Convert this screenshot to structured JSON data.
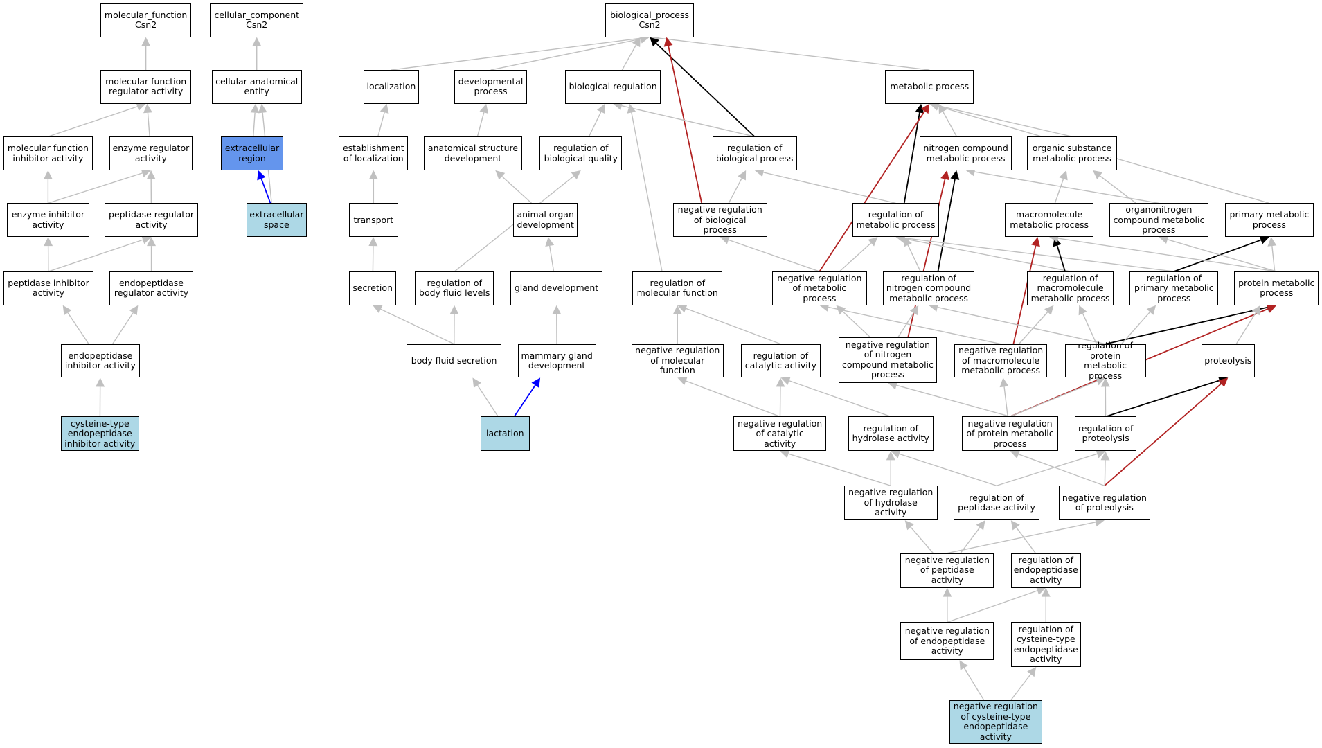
{
  "colors": {
    "default_fill": "#ffffff",
    "annotated_fill": "#add8e6",
    "cellular_fill": "#6495ed",
    "edge_is_a": "#c0c0c0",
    "edge_positive": "#000000",
    "edge_negative": "#b22222",
    "edge_part_of": "#0000ff"
  },
  "nodes": [
    {
      "id": "mf_root",
      "label": "molecular_function\nCsn2",
      "fill": "default"
    },
    {
      "id": "cc_root",
      "label": "cellular_component\nCsn2",
      "fill": "default"
    },
    {
      "id": "bp_root",
      "label": "biological_process\nCsn2",
      "fill": "default"
    },
    {
      "id": "mf_reg",
      "label": "molecular function\nregulator activity",
      "fill": "default"
    },
    {
      "id": "cae",
      "label": "cellular anatomical\nentity",
      "fill": "default"
    },
    {
      "id": "localization",
      "label": "localization",
      "fill": "default"
    },
    {
      "id": "dev_process",
      "label": "developmental\nprocess",
      "fill": "default"
    },
    {
      "id": "bio_reg",
      "label": "biological regulation",
      "fill": "default"
    },
    {
      "id": "metabolic",
      "label": "metabolic process",
      "fill": "default"
    },
    {
      "id": "mf_inhib",
      "label": "molecular function\ninhibitor activity",
      "fill": "default"
    },
    {
      "id": "enz_reg",
      "label": "enzyme regulator\nactivity",
      "fill": "default"
    },
    {
      "id": "ext_region",
      "label": "extracellular\nregion",
      "fill": "cellular"
    },
    {
      "id": "est_loc",
      "label": "establishment\nof localization",
      "fill": "default"
    },
    {
      "id": "anat_dev",
      "label": "anatomical structure\ndevelopment",
      "fill": "default"
    },
    {
      "id": "reg_bio_qual",
      "label": "regulation of\nbiological quality",
      "fill": "default"
    },
    {
      "id": "reg_bio_proc",
      "label": "regulation of\nbiological process",
      "fill": "default"
    },
    {
      "id": "nitro_comp",
      "label": "nitrogen compound\nmetabolic process",
      "fill": "default"
    },
    {
      "id": "org_sub",
      "label": "organic substance\nmetabolic process",
      "fill": "default"
    },
    {
      "id": "enz_inhib",
      "label": "enzyme inhibitor\nactivity",
      "fill": "default"
    },
    {
      "id": "pep_reg",
      "label": "peptidase regulator\nactivity",
      "fill": "default"
    },
    {
      "id": "ext_space",
      "label": "extracellular\nspace",
      "fill": "annotated"
    },
    {
      "id": "transport",
      "label": "transport",
      "fill": "default"
    },
    {
      "id": "animal_organ",
      "label": "animal organ\ndevelopment",
      "fill": "default"
    },
    {
      "id": "neg_bio_proc",
      "label": "negative regulation\nof biological\nprocess",
      "fill": "default"
    },
    {
      "id": "reg_met",
      "label": "regulation of\nmetabolic process",
      "fill": "default"
    },
    {
      "id": "macro_met",
      "label": "macromolecule\nmetabolic process",
      "fill": "default"
    },
    {
      "id": "organonitro",
      "label": "organonitrogen\ncompound metabolic\nprocess",
      "fill": "default"
    },
    {
      "id": "primary_met",
      "label": "primary metabolic\nprocess",
      "fill": "default"
    },
    {
      "id": "pep_inhib",
      "label": "peptidase inhibitor\nactivity",
      "fill": "default"
    },
    {
      "id": "endopep_reg",
      "label": "endopeptidase\nregulator activity",
      "fill": "default"
    },
    {
      "id": "secretion",
      "label": "secretion",
      "fill": "default"
    },
    {
      "id": "reg_body_fluid",
      "label": "regulation of\nbody fluid levels",
      "fill": "default"
    },
    {
      "id": "gland_dev",
      "label": "gland development",
      "fill": "default"
    },
    {
      "id": "reg_mol_func",
      "label": "regulation of\nmolecular function",
      "fill": "default"
    },
    {
      "id": "neg_met",
      "label": "negative regulation\nof metabolic\nprocess",
      "fill": "default"
    },
    {
      "id": "reg_nitro",
      "label": "regulation of\nnitrogen compound\nmetabolic process",
      "fill": "default"
    },
    {
      "id": "reg_macro",
      "label": "regulation of\nmacromolecule\nmetabolic process",
      "fill": "default"
    },
    {
      "id": "reg_primary",
      "label": "regulation of\nprimary metabolic\nprocess",
      "fill": "default"
    },
    {
      "id": "protein_met",
      "label": "protein metabolic\nprocess",
      "fill": "default"
    },
    {
      "id": "endopep_inhib",
      "label": "endopeptidase\ninhibitor activity",
      "fill": "default"
    },
    {
      "id": "body_fluid_sec",
      "label": "body fluid secretion",
      "fill": "default"
    },
    {
      "id": "mammary",
      "label": "mammary gland\ndevelopment",
      "fill": "default"
    },
    {
      "id": "neg_mol_func",
      "label": "negative regulation\nof molecular\nfunction",
      "fill": "default"
    },
    {
      "id": "reg_cat",
      "label": "regulation of\ncatalytic activity",
      "fill": "default"
    },
    {
      "id": "neg_nitro",
      "label": "negative regulation\nof nitrogen\ncompound metabolic\nprocess",
      "fill": "default"
    },
    {
      "id": "neg_macro",
      "label": "negative regulation\nof macromolecule\nmetabolic process",
      "fill": "default"
    },
    {
      "id": "reg_protein_met",
      "label": "regulation of\nprotein metabolic\nprocess",
      "fill": "default"
    },
    {
      "id": "proteolysis",
      "label": "proteolysis",
      "fill": "default"
    },
    {
      "id": "cys_inhib",
      "label": "cysteine-type\nendopeptidase\ninhibitor activity",
      "fill": "annotated"
    },
    {
      "id": "lactation",
      "label": "lactation",
      "fill": "annotated"
    },
    {
      "id": "neg_cat",
      "label": "negative regulation\nof catalytic\nactivity",
      "fill": "default"
    },
    {
      "id": "reg_hydro",
      "label": "regulation of\nhydrolase activity",
      "fill": "default"
    },
    {
      "id": "neg_protein_met",
      "label": "negative regulation\nof protein metabolic\nprocess",
      "fill": "default"
    },
    {
      "id": "reg_proteolysis",
      "label": "regulation of\nproteolysis",
      "fill": "default"
    },
    {
      "id": "neg_hydro",
      "label": "negative regulation\nof hydrolase\nactivity",
      "fill": "default"
    },
    {
      "id": "reg_pep_act",
      "label": "regulation of\npeptidase activity",
      "fill": "default"
    },
    {
      "id": "neg_proteolysis",
      "label": "negative regulation\nof proteolysis",
      "fill": "default"
    },
    {
      "id": "neg_pep_act",
      "label": "negative regulation\nof peptidase\nactivity",
      "fill": "default"
    },
    {
      "id": "reg_endopep",
      "label": "regulation of\nendopeptidase\nactivity",
      "fill": "default"
    },
    {
      "id": "neg_endopep",
      "label": "negative regulation\nof endopeptidase\nactivity",
      "fill": "default"
    },
    {
      "id": "reg_cys_endopep",
      "label": "regulation of\ncysteine-type\nendopeptidase\nactivity",
      "fill": "default"
    },
    {
      "id": "neg_cys_endopep",
      "label": "negative regulation\nof cysteine-type\nendopeptidase\nactivity",
      "fill": "annotated"
    }
  ],
  "edges": [
    {
      "from": "mf_reg",
      "to": "mf_root",
      "type": "is_a"
    },
    {
      "from": "mf_inhib",
      "to": "mf_reg",
      "type": "is_a"
    },
    {
      "from": "enz_reg",
      "to": "mf_reg",
      "type": "is_a"
    },
    {
      "from": "enz_inhib",
      "to": "mf_inhib",
      "type": "is_a"
    },
    {
      "from": "enz_inhib",
      "to": "enz_reg",
      "type": "is_a"
    },
    {
      "from": "pep_reg",
      "to": "enz_reg",
      "type": "is_a"
    },
    {
      "from": "pep_inhib",
      "to": "enz_inhib",
      "type": "is_a"
    },
    {
      "from": "pep_inhib",
      "to": "pep_reg",
      "type": "is_a"
    },
    {
      "from": "endopep_reg",
      "to": "pep_reg",
      "type": "is_a"
    },
    {
      "from": "endopep_inhib",
      "to": "pep_inhib",
      "type": "is_a"
    },
    {
      "from": "endopep_inhib",
      "to": "endopep_reg",
      "type": "is_a"
    },
    {
      "from": "cys_inhib",
      "to": "endopep_inhib",
      "type": "is_a"
    },
    {
      "from": "cae",
      "to": "cc_root",
      "type": "is_a"
    },
    {
      "from": "ext_region",
      "to": "cae",
      "type": "is_a"
    },
    {
      "from": "ext_space",
      "to": "cae",
      "type": "is_a"
    },
    {
      "from": "ext_space",
      "to": "ext_region",
      "type": "part_of"
    },
    {
      "from": "localization",
      "to": "bp_root",
      "type": "is_a"
    },
    {
      "from": "dev_process",
      "to": "bp_root",
      "type": "is_a"
    },
    {
      "from": "bio_reg",
      "to": "bp_root",
      "type": "is_a"
    },
    {
      "from": "metabolic",
      "to": "bp_root",
      "type": "is_a"
    },
    {
      "from": "reg_bio_proc",
      "to": "bp_root",
      "type": "positive"
    },
    {
      "from": "neg_bio_proc",
      "to": "bp_root",
      "type": "negative"
    },
    {
      "from": "est_loc",
      "to": "localization",
      "type": "is_a"
    },
    {
      "from": "transport",
      "to": "est_loc",
      "type": "is_a"
    },
    {
      "from": "secretion",
      "to": "transport",
      "type": "is_a"
    },
    {
      "from": "body_fluid_sec",
      "to": "secretion",
      "type": "is_a"
    },
    {
      "from": "body_fluid_sec",
      "to": "reg_body_fluid",
      "type": "is_a"
    },
    {
      "from": "anat_dev",
      "to": "dev_process",
      "type": "is_a"
    },
    {
      "from": "animal_organ",
      "to": "anat_dev",
      "type": "is_a"
    },
    {
      "from": "gland_dev",
      "to": "animal_organ",
      "type": "is_a"
    },
    {
      "from": "mammary",
      "to": "gland_dev",
      "type": "is_a"
    },
    {
      "from": "lactation",
      "to": "body_fluid_sec",
      "type": "is_a"
    },
    {
      "from": "lactation",
      "to": "mammary",
      "type": "part_of"
    },
    {
      "from": "reg_bio_qual",
      "to": "bio_reg",
      "type": "is_a"
    },
    {
      "from": "reg_bio_proc",
      "to": "bio_reg",
      "type": "is_a"
    },
    {
      "from": "reg_mol_func",
      "to": "bio_reg",
      "type": "is_a"
    },
    {
      "from": "reg_body_fluid",
      "to": "reg_bio_qual",
      "type": "is_a"
    },
    {
      "from": "neg_bio_proc",
      "to": "reg_bio_proc",
      "type": "is_a"
    },
    {
      "from": "reg_met",
      "to": "reg_bio_proc",
      "type": "is_a"
    },
    {
      "from": "nitro_comp",
      "to": "metabolic",
      "type": "is_a"
    },
    {
      "from": "org_sub",
      "to": "metabolic",
      "type": "is_a"
    },
    {
      "from": "primary_met",
      "to": "metabolic",
      "type": "is_a"
    },
    {
      "from": "reg_met",
      "to": "metabolic",
      "type": "positive"
    },
    {
      "from": "neg_met",
      "to": "metabolic",
      "type": "negative"
    },
    {
      "from": "macro_met",
      "to": "org_sub",
      "type": "is_a"
    },
    {
      "from": "organonitro",
      "to": "nitro_comp",
      "type": "is_a"
    },
    {
      "from": "organonitro",
      "to": "org_sub",
      "type": "is_a"
    },
    {
      "from": "reg_nitro",
      "to": "nitro_comp",
      "type": "positive"
    },
    {
      "from": "neg_nitro",
      "to": "nitro_comp",
      "type": "negative"
    },
    {
      "from": "neg_met",
      "to": "neg_bio_proc",
      "type": "is_a"
    },
    {
      "from": "neg_met",
      "to": "reg_met",
      "type": "is_a"
    },
    {
      "from": "reg_nitro",
      "to": "reg_met",
      "type": "is_a"
    },
    {
      "from": "reg_macro",
      "to": "reg_met",
      "type": "is_a"
    },
    {
      "from": "reg_primary",
      "to": "reg_met",
      "type": "is_a"
    },
    {
      "from": "reg_macro",
      "to": "macro_met",
      "type": "positive"
    },
    {
      "from": "neg_macro",
      "to": "macro_met",
      "type": "negative"
    },
    {
      "from": "reg_primary",
      "to": "primary_met",
      "type": "positive"
    },
    {
      "from": "protein_met",
      "to": "macro_met",
      "type": "is_a"
    },
    {
      "from": "protein_met",
      "to": "organonitro",
      "type": "is_a"
    },
    {
      "from": "protein_met",
      "to": "primary_met",
      "type": "is_a"
    },
    {
      "from": "reg_protein_met",
      "to": "protein_met",
      "type": "positive"
    },
    {
      "from": "neg_protein_met",
      "to": "protein_met",
      "type": "negative"
    },
    {
      "from": "proteolysis",
      "to": "protein_met",
      "type": "is_a"
    },
    {
      "from": "neg_nitro",
      "to": "neg_met",
      "type": "is_a"
    },
    {
      "from": "neg_nitro",
      "to": "reg_nitro",
      "type": "is_a"
    },
    {
      "from": "neg_macro",
      "to": "neg_met",
      "type": "is_a"
    },
    {
      "from": "neg_macro",
      "to": "reg_macro",
      "type": "is_a"
    },
    {
      "from": "reg_protein_met",
      "to": "reg_nitro",
      "type": "is_a"
    },
    {
      "from": "reg_protein_met",
      "to": "reg_macro",
      "type": "is_a"
    },
    {
      "from": "reg_protein_met",
      "to": "reg_primary",
      "type": "is_a"
    },
    {
      "from": "reg_proteolysis",
      "to": "proteolysis",
      "type": "positive"
    },
    {
      "from": "neg_proteolysis",
      "to": "proteolysis",
      "type": "negative"
    },
    {
      "from": "reg_proteolysis",
      "to": "reg_protein_met",
      "type": "is_a"
    },
    {
      "from": "neg_protein_met",
      "to": "neg_nitro",
      "type": "is_a"
    },
    {
      "from": "neg_protein_met",
      "to": "neg_macro",
      "type": "is_a"
    },
    {
      "from": "neg_protein_met",
      "to": "reg_protein_met",
      "type": "is_a"
    },
    {
      "from": "neg_proteolysis",
      "to": "neg_protein_met",
      "type": "is_a"
    },
    {
      "from": "neg_proteolysis",
      "to": "reg_proteolysis",
      "type": "is_a"
    },
    {
      "from": "neg_mol_func",
      "to": "reg_mol_func",
      "type": "is_a"
    },
    {
      "from": "reg_cat",
      "to": "reg_mol_func",
      "type": "is_a"
    },
    {
      "from": "neg_cat",
      "to": "neg_mol_func",
      "type": "is_a"
    },
    {
      "from": "neg_cat",
      "to": "reg_cat",
      "type": "is_a"
    },
    {
      "from": "reg_hydro",
      "to": "reg_cat",
      "type": "is_a"
    },
    {
      "from": "neg_hydro",
      "to": "neg_cat",
      "type": "is_a"
    },
    {
      "from": "neg_hydro",
      "to": "reg_hydro",
      "type": "is_a"
    },
    {
      "from": "reg_pep_act",
      "to": "reg_hydro",
      "type": "is_a"
    },
    {
      "from": "reg_pep_act",
      "to": "reg_proteolysis",
      "type": "is_a"
    },
    {
      "from": "neg_pep_act",
      "to": "neg_hydro",
      "type": "is_a"
    },
    {
      "from": "neg_pep_act",
      "to": "reg_pep_act",
      "type": "is_a"
    },
    {
      "from": "neg_pep_act",
      "to": "neg_proteolysis",
      "type": "is_a"
    },
    {
      "from": "reg_endopep",
      "to": "reg_pep_act",
      "type": "is_a"
    },
    {
      "from": "neg_endopep",
      "to": "neg_pep_act",
      "type": "is_a"
    },
    {
      "from": "neg_endopep",
      "to": "reg_endopep",
      "type": "is_a"
    },
    {
      "from": "reg_cys_endopep",
      "to": "reg_endopep",
      "type": "is_a"
    },
    {
      "from": "neg_cys_endopep",
      "to": "neg_endopep",
      "type": "is_a"
    },
    {
      "from": "neg_cys_endopep",
      "to": "reg_cys_endopep",
      "type": "is_a"
    }
  ]
}
